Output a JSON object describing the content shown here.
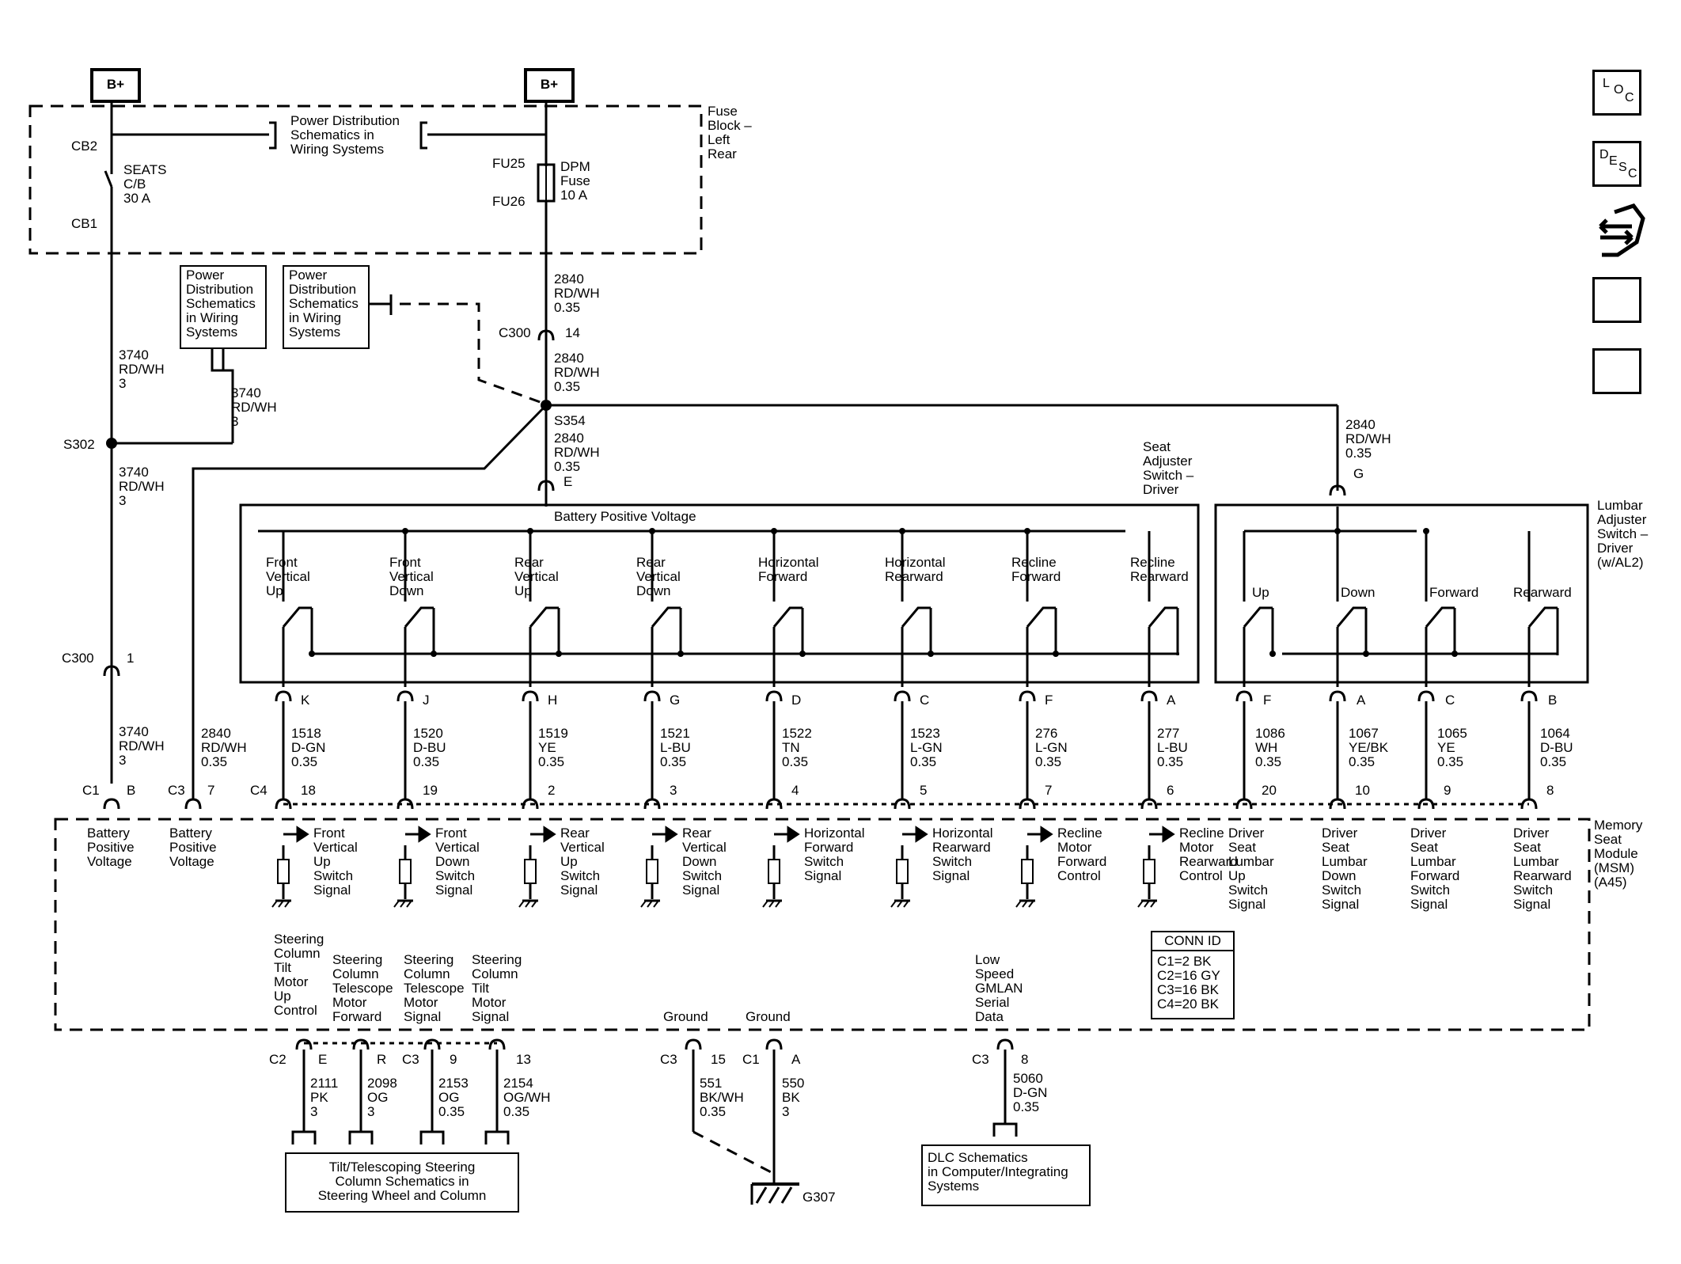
{
  "supply": {
    "bplus_left": "B+",
    "bplus_right": "B+",
    "fuse_block": "Fuse\nBlock –\nLeft\nRear",
    "pd_ref_top": "Power Distribution\nSchematics in\nWiring Systems",
    "cb2": "CB2",
    "cb1": "CB1",
    "seats_cb": "SEATS\nC/B\n30 A",
    "fu25": "FU25",
    "fu26": "FU26",
    "dpm_fuse": "DPM\nFuse\n10 A"
  },
  "refs": {
    "pd_ref_a": "Power\nDistribution\nSchematics\nin Wiring\nSystems",
    "pd_ref_b": "Power\nDistribution\nSchematics\nin Wiring\nSystems",
    "tilt_ref": "Tilt/Telescoping Steering\nColumn Schematics in\nSteering Wheel and Column",
    "dlc_ref": "DLC Schematics\nin Computer/Integrating\nSystems"
  },
  "wires": {
    "w3740_a": "3740\nRD/WH\n3",
    "w3740_b": "3740\nRD/WH\n3",
    "w3740_c": "3740\nRD/WH\n3",
    "w3740_d": "3740\nRD/WH\n3",
    "w2840_a": "2840\nRD/WH\n0.35",
    "w2840_b": "2840\nRD/WH\n0.35",
    "w2840_c": "2840\nRD/WH\n0.35",
    "w2840_d": "2840\nRD/WH\n0.35",
    "w2840_e": "2840\nRD/WH\n0.35"
  },
  "connectors": {
    "c300_14": "C300",
    "c300_14_pin": "14",
    "s354": "S354",
    "pin_e": "E",
    "pin_g": "G",
    "s302": "S302",
    "c300_1": "C300",
    "c300_1_pin": "1",
    "c1": "C1",
    "c1_pin": "B",
    "c3": "C3",
    "c3_pin": "7",
    "c4": "C4"
  },
  "seat_switch": {
    "title": "Seat\nAdjuster\nSwitch –\nDriver",
    "bus_label": "Battery Positive Voltage",
    "switches": [
      {
        "label": "Front\nVertical\nUp",
        "pin": "K",
        "wire": "1518\nD-GN\n0.35",
        "msm_pin": "18",
        "signal": "Front\nVertical\nUp\nSwitch\nSignal"
      },
      {
        "label": "Front\nVertical\nDown",
        "pin": "J",
        "wire": "1520\nD-BU\n0.35",
        "msm_pin": "19",
        "signal": "Front\nVertical\nDown\nSwitch\nSignal"
      },
      {
        "label": "Rear\nVertical\nUp",
        "pin": "H",
        "wire": "1519\nYE\n0.35",
        "msm_pin": "2",
        "signal": "Rear\nVertical\nUp\nSwitch\nSignal"
      },
      {
        "label": "Rear\nVertical\nDown",
        "pin": "G",
        "wire": "1521\nL-BU\n0.35",
        "msm_pin": "3",
        "signal": "Rear\nVertical\nDown\nSwitch\nSignal"
      },
      {
        "label": "Horizontal\nForward",
        "pin": "D",
        "wire": "1522\nTN\n0.35",
        "msm_pin": "4",
        "signal": "Horizontal\nForward\nSwitch\nSignal"
      },
      {
        "label": "Horizontal\nRearward",
        "pin": "C",
        "wire": "1523\nL-GN\n0.35",
        "msm_pin": "5",
        "signal": "Horizontal\nRearward\nSwitch\nSignal"
      },
      {
        "label": "Recline\nForward",
        "pin": "F",
        "wire": "276\nL-GN\n0.35",
        "msm_pin": "7",
        "signal": "Recline\nMotor\nForward\nControl"
      },
      {
        "label": "Recline\nRearward",
        "pin": "A",
        "wire": "277\nL-BU\n0.35",
        "msm_pin": "6",
        "signal": "Recline\nMotor\nRearward\nControl"
      }
    ]
  },
  "lumbar_switch": {
    "title": "Lumbar\nAdjuster\nSwitch –\nDriver\n(w/AL2)",
    "switches": [
      {
        "label": "Up",
        "pin": "F",
        "wire": "1086\nWH\n0.35",
        "msm_pin": "20",
        "signal": "Driver\nSeat\nLumbar\nUp\nSwitch\nSignal"
      },
      {
        "label": "Down",
        "pin": "A",
        "wire": "1067\nYE/BK\n0.35",
        "msm_pin": "10",
        "signal": "Driver\nSeat\nLumbar\nDown\nSwitch\nSignal"
      },
      {
        "label": "Forward",
        "pin": "C",
        "wire": "1065\nYE\n0.35",
        "msm_pin": "9",
        "signal": "Driver\nSeat\nLumbar\nForward\nSwitch\nSignal"
      },
      {
        "label": "Rearward",
        "pin": "B",
        "wire": "1064\nD-BU\n0.35",
        "msm_pin": "8",
        "signal": "Driver\nSeat\nLumbar\nRearward\nSwitch\nSignal"
      }
    ]
  },
  "msm": {
    "title": "Memory\nSeat\nModule\n(MSM)\n(A45)",
    "batt1": "Battery\nPositive\nVoltage",
    "batt2": "Battery\nPositive\nVoltage",
    "conn_id_title": "CONN ID",
    "conn_id_body": "C1=2 BK\nC2=16 GY\nC3=16 BK\nC4=20 BK"
  },
  "bottom": {
    "tilt_up": "Steering\nColumn\nTilt\nMotor\nUp\nControl",
    "tele_fwd": "Steering\nColumn\nTelescope\nMotor\nForward",
    "tele_sig": "Steering\nColumn\nTelescope\nMotor\nSignal",
    "tilt_sig": "Steering\nColumn\nTilt\nMotor\nSignal",
    "ground1": "Ground",
    "ground2": "Ground",
    "gmlan": "Low\nSpeed\nGMLAN\nSerial\nData",
    "c2": "C2",
    "c2_pin_e": "E",
    "c2_pin_r": "R",
    "c3_a": "C3",
    "c3_pin_9": "9",
    "c3_pin_13": "13",
    "c3_b": "C3",
    "c3_pin_15": "15",
    "c1_b": "C1",
    "c1_pin_a": "A",
    "c3_c": "C3",
    "c3_pin_8": "8",
    "w2111": "2111\nPK\n3",
    "w2098": "2098\nOG\n3",
    "w2153": "2153\nOG\n0.35",
    "w2154": "2154\nOG/WH\n0.35",
    "w551": "551\nBK/WH\n0.35",
    "w550": "550\nBK\n3",
    "w5060": "5060\nD-GN\n0.35",
    "g307": "G307"
  },
  "nav": {
    "loc": [
      "L",
      "O",
      "C"
    ],
    "desc": [
      "D",
      "E",
      "S",
      "C"
    ],
    "icons": [
      "connector-end-view-icon",
      "next-page-arrow-icon",
      "previous-page-arrow-icon"
    ]
  }
}
